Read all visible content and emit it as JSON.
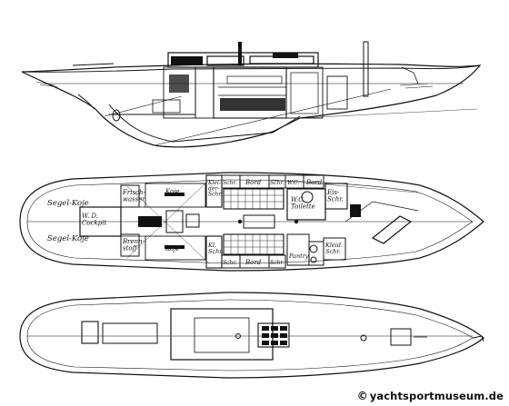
{
  "labels": {
    "segel_koje_top": "Segel-Koje",
    "segel_koje_bottom": "Segel-Koje",
    "frisch_wasser": "Frisch-\nwasser",
    "wd_cockpit": "W. D.\nCockpit",
    "brenn_stoff": "Brenn-\nstoff",
    "koje_top": "Koje",
    "koje_bottom": "Koje",
    "kleider_schr_top": "Klei-\nder-\nSchr.",
    "schr_top_left": "Schr.",
    "bord_top": "Bord",
    "schr_top_right": "Schr.",
    "wc_top": "W.C.",
    "bord_top_right": "Bord",
    "wc_main": "W.C.\nToilette",
    "eis_schr": "Eis-\nSchr.",
    "kl_schr_bottom": "Kl.\nSchr.",
    "schr_bottom_left": "Schr.",
    "bord_bottom": "Bord",
    "schr_bottom_right": "Schr.",
    "pantry": "Pantry",
    "kleid_schr": "Kleid.\nSchr."
  },
  "copyright": {
    "symbol": "©",
    "text": "yachtsportmuseum.de"
  }
}
